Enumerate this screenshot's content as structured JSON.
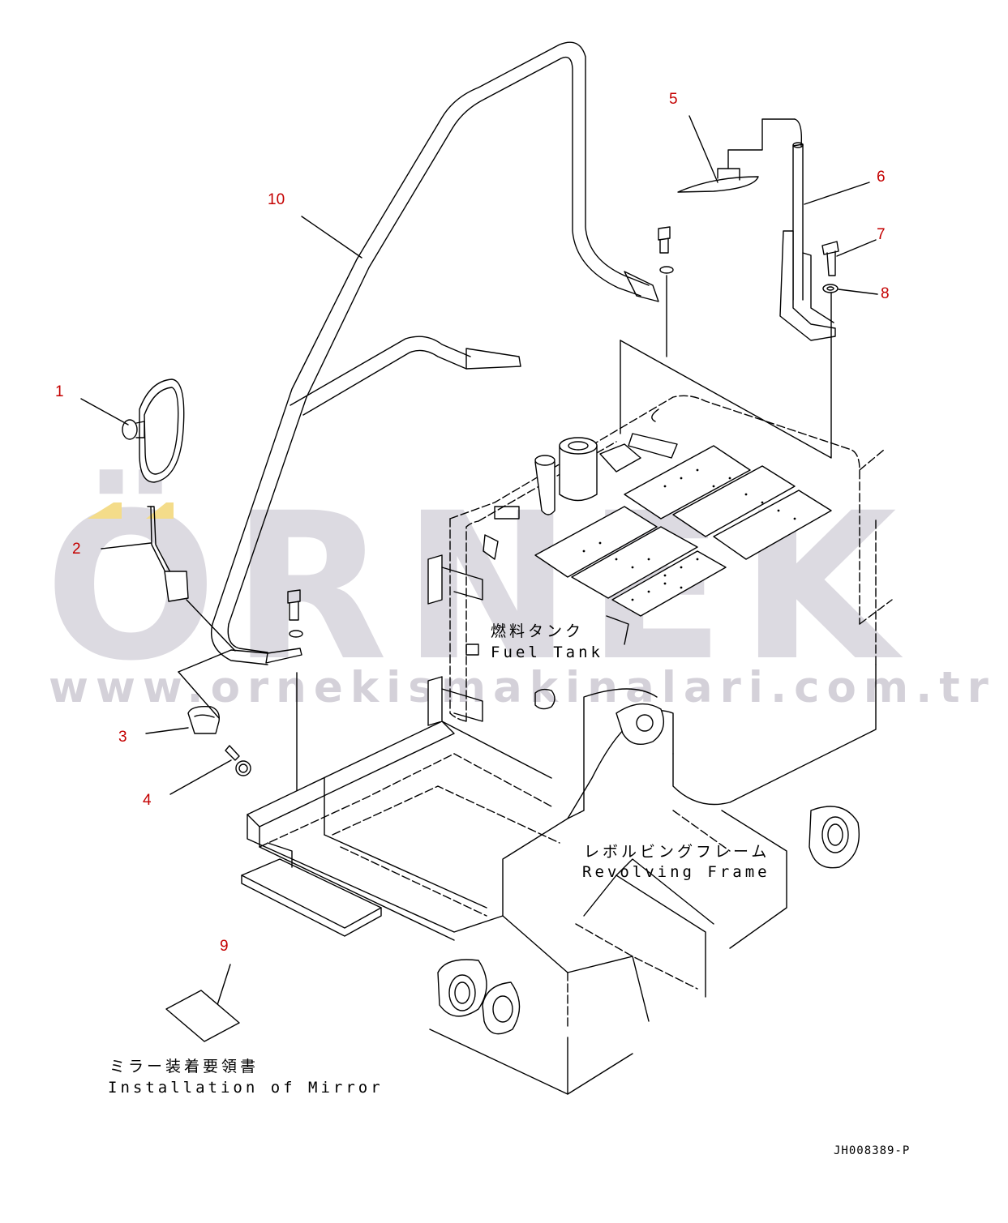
{
  "callouts": [
    {
      "id": "1",
      "label": "1"
    },
    {
      "id": "2",
      "label": "2"
    },
    {
      "id": "3",
      "label": "3"
    },
    {
      "id": "4",
      "label": "4"
    },
    {
      "id": "5",
      "label": "5"
    },
    {
      "id": "6",
      "label": "6"
    },
    {
      "id": "7",
      "label": "7"
    },
    {
      "id": "8",
      "label": "8"
    },
    {
      "id": "9",
      "label": "9"
    },
    {
      "id": "10",
      "label": "10"
    }
  ],
  "labels": {
    "fuel_tank_jp": "燃料タンク",
    "fuel_tank_en": "Fuel Tank",
    "frame_jp": "レボルビングフレーム",
    "frame_en": "Revolving Frame",
    "manual_jp": "ミラー装着要領書",
    "manual_en": "Installation of Mirror"
  },
  "drawing_ref": "JH008389-P",
  "watermark": {
    "brand": "ÖRNEK",
    "url": "www.ornekismakinalari.com.tr"
  },
  "colors": {
    "callout": "#c40000",
    "line": "#000000",
    "watermark": "#d7d4dc",
    "watermark_accent": "#f2d46a"
  }
}
